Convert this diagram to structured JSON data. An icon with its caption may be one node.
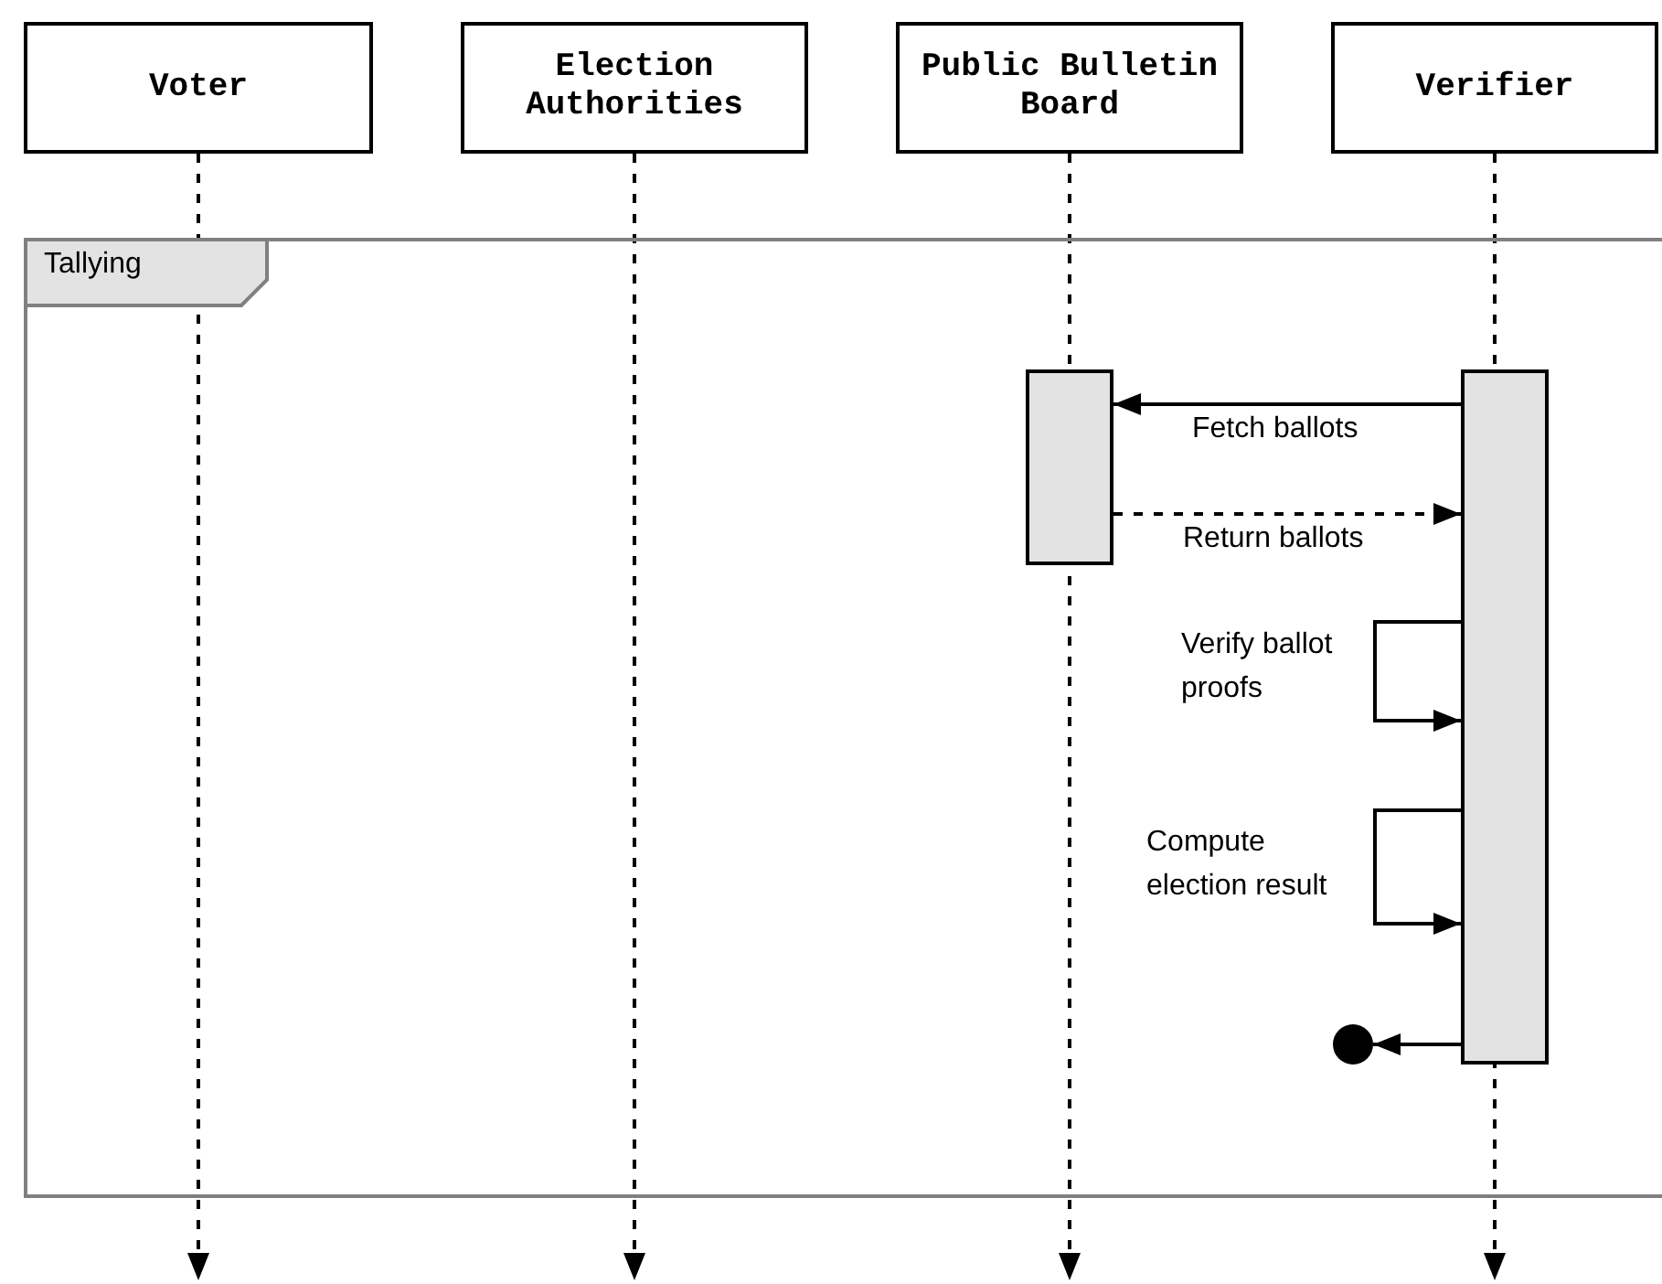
{
  "diagram": {
    "nodes": [
      {
        "text": [
          "Voter"
        ]
      },
      {
        "text": [
          "Election Authorities"
        ]
      },
      {
        "text": [
          "Public Bulletin Board"
        ]
      },
      {
        "text": [
          "Verifier"
        ]
      },
      {
        "text": [
          "Tallying"
        ]
      },
      {
        "text": [],
        "shape": "bar",
        "in": 4
      },
      {
        "text": [],
        "shape": "bar",
        "in": 4
      },
      {
        "text": [],
        "shape": "circle",
        "in": 4
      }
    ],
    "edges": [
      {
        "from": 0,
        "to": null,
        "arrow": "to",
        "style": "dashed"
      },
      {
        "from": 1,
        "to": null,
        "arrow": "to",
        "style": "dashed"
      },
      {
        "from": 2,
        "to": null,
        "arrow": "to",
        "style": "dashed"
      },
      {
        "from": 3,
        "to": null,
        "arrow": "to",
        "style": "dashed"
      },
      {
        "from": 6,
        "to": 5,
        "arrow": "to",
        "label": "Fetch ballots"
      },
      {
        "from": 5,
        "to": 6,
        "arrow": "to",
        "label": "Return ballots",
        "style": "dashed"
      },
      {
        "from": 6,
        "to": 6,
        "arrow": "to",
        "label": "Verify ballot proofs"
      },
      {
        "from": 6,
        "to": 6,
        "arrow": "to",
        "label": "Compute election result"
      },
      {
        "from": 6,
        "to": 7,
        "arrow": "to"
      }
    ]
  }
}
